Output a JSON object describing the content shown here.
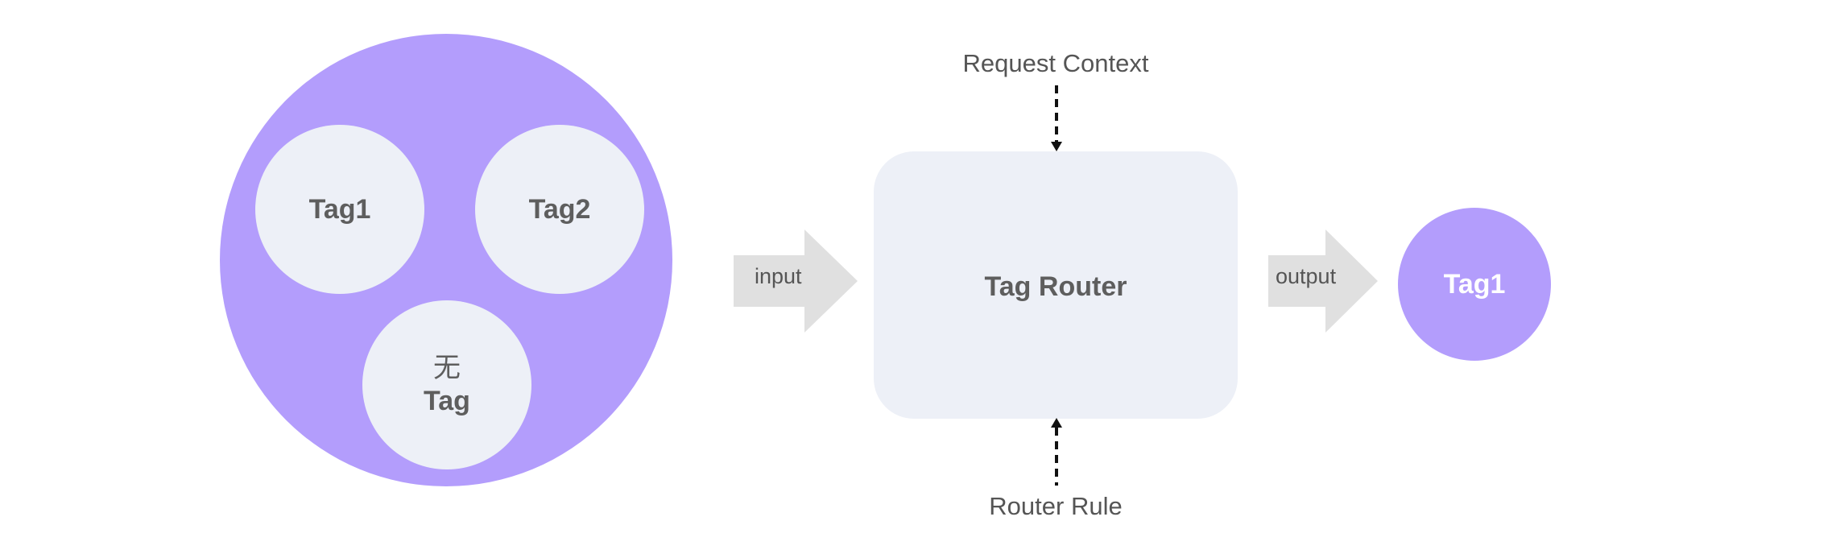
{
  "colors": {
    "pool_fill": "#b39dfc",
    "tag_fill": "#edf0f7",
    "router_fill": "#edf0f7",
    "arrow_fill": "#e0e0e0",
    "text_dark": "#5e5e5e",
    "output_fill": "#b39dfc",
    "output_text": "#ffffff"
  },
  "pool": {
    "tags": [
      {
        "label": "Tag1"
      },
      {
        "label": "Tag2"
      },
      {
        "label_line1": "无",
        "label_line2": "Tag"
      }
    ]
  },
  "input_arrow": {
    "label": "input"
  },
  "router": {
    "title": "Tag Router",
    "top_input": "Request Context",
    "bottom_input": "Router Rule"
  },
  "output_arrow": {
    "label": "output"
  },
  "output": {
    "label": "Tag1"
  }
}
